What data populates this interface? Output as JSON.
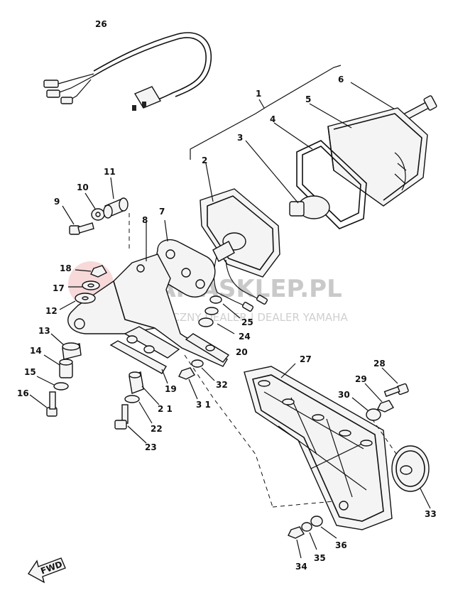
{
  "watermark": {
    "brand": "YAMASKLEP.PL",
    "tagline": "WYLĄCZNY DEALER | DEALER YAMAHA"
  },
  "fwd_label": "FWD",
  "callouts": {
    "c1": "1",
    "c2": "2",
    "c3": "3",
    "c4": "4",
    "c5": "5",
    "c6": "6",
    "c7": "7",
    "c8": "8",
    "c9": "9",
    "c10": "10",
    "c11": "11",
    "c12": "12",
    "c13": "13",
    "c14": "14",
    "c15": "15",
    "c16": "16",
    "c17": "17",
    "c18": "18",
    "c19": "19",
    "c20": "20",
    "c21": "2 1",
    "c22": "22",
    "c23": "23",
    "c24": "24",
    "c25": "25",
    "c26": "26",
    "c27": "27",
    "c28": "28",
    "c29": "29",
    "c30": "30",
    "c31": "3 1",
    "c32": "32",
    "c33": "33",
    "c34": "34",
    "c35": "35",
    "c36": "36"
  }
}
